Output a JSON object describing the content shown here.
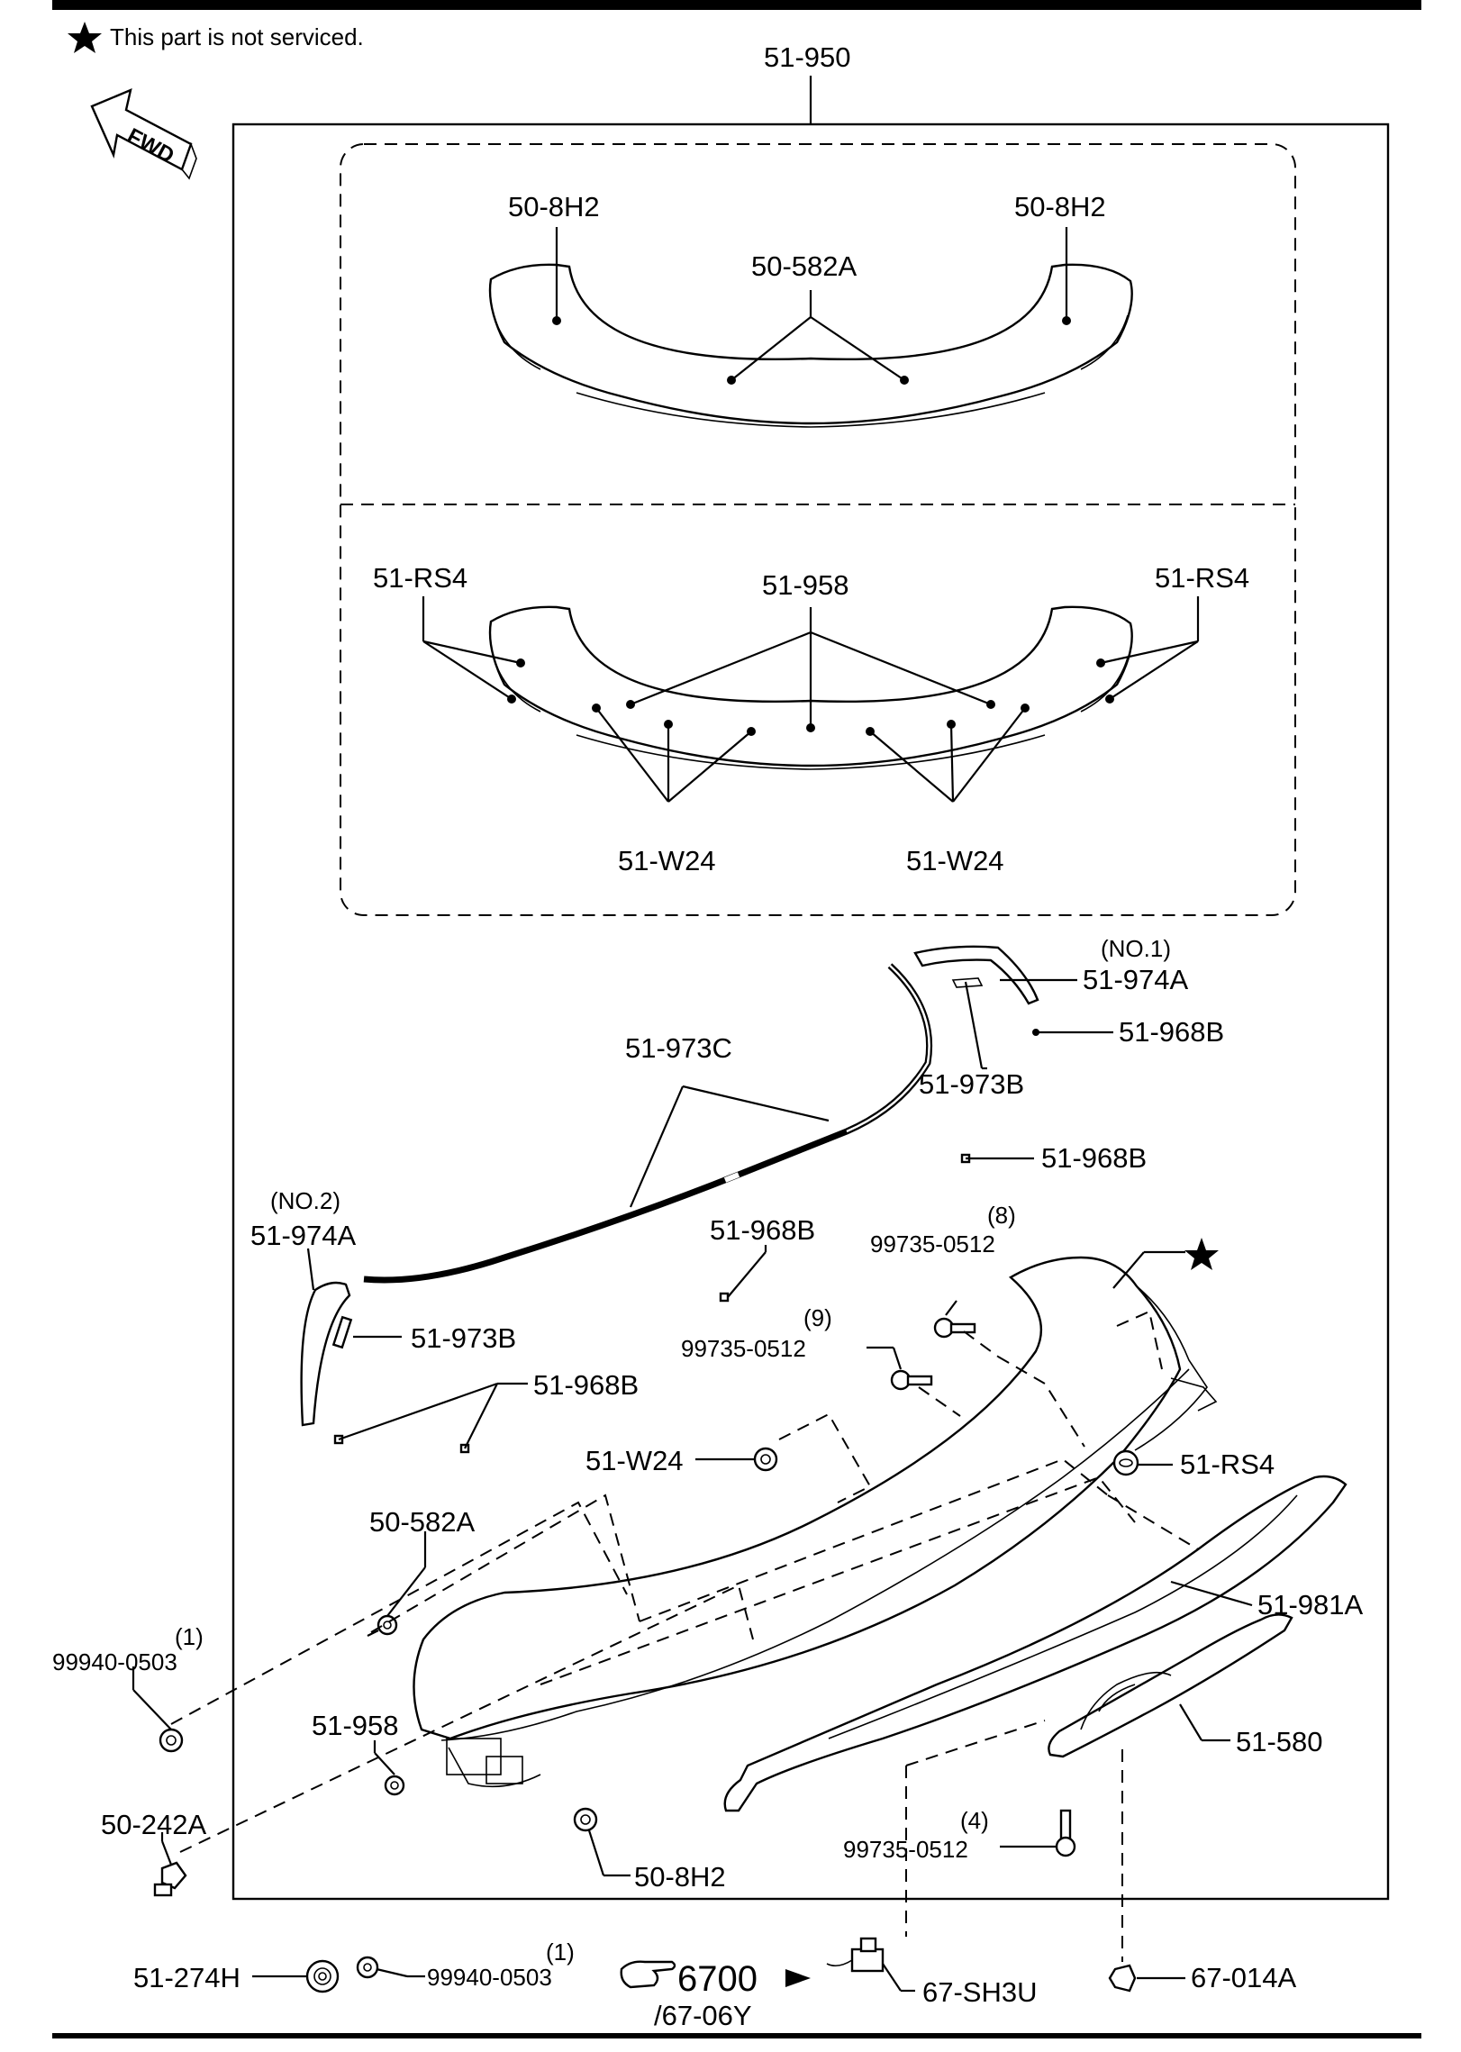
{
  "legend": {
    "star_icon": "black-star-icon",
    "text": "This part is not serviced."
  },
  "fwd": {
    "icon": "forward-arrow-icon",
    "text": "FWD"
  },
  "assembly": {
    "label": "51-950"
  },
  "upper_set": {
    "left_label": "50-8H2",
    "right_label": "50-8H2",
    "center_label": "50-582A"
  },
  "lower_set": {
    "left_label": "51-RS4",
    "right_label": "51-RS4",
    "center_label": "51-958",
    "bottom_left_label": "51-W24",
    "bottom_right_label": "51-W24"
  },
  "parts": {
    "p974a_no1_note": "(NO.1)",
    "p974a_no1": "51-974A",
    "p968b_a": "51-968B",
    "p973b_a": "51-973B",
    "p973c": "51-973C",
    "p968b_b": "51-968B",
    "p974a_no2_note": "(NO.2)",
    "p974a_no2": "51-974A",
    "p968b_c": "51-968B",
    "p97350512_8_qty": "(8)",
    "p97350512_8": "99735-0512",
    "p97350512_9_qty": "(9)",
    "p97350512_9": "99735-0512",
    "p973b_b": "51-973B",
    "p968b_d": "51-968B",
    "pw24": "51-W24",
    "prs4": "51-RS4",
    "p582a": "50-582A",
    "p981a": "51-981A",
    "p99940_1_qty": "(1)",
    "p99940_1": "99940-0503",
    "p958": "51-958",
    "p580": "51-580",
    "p242a": "50-242A",
    "p97350512_4_qty": "(4)",
    "p97350512_4": "99735-0512",
    "p8h2": "50-8H2",
    "p274h": "51-274H",
    "p99940_2_qty": "(1)",
    "p99940_2": "99940-0503",
    "ref_icon": "pointing-hand-icon",
    "ref_main": "6700",
    "ref_sub": "/67-06Y",
    "psh3u": "67-SH3U",
    "p014a": "67-014A"
  }
}
